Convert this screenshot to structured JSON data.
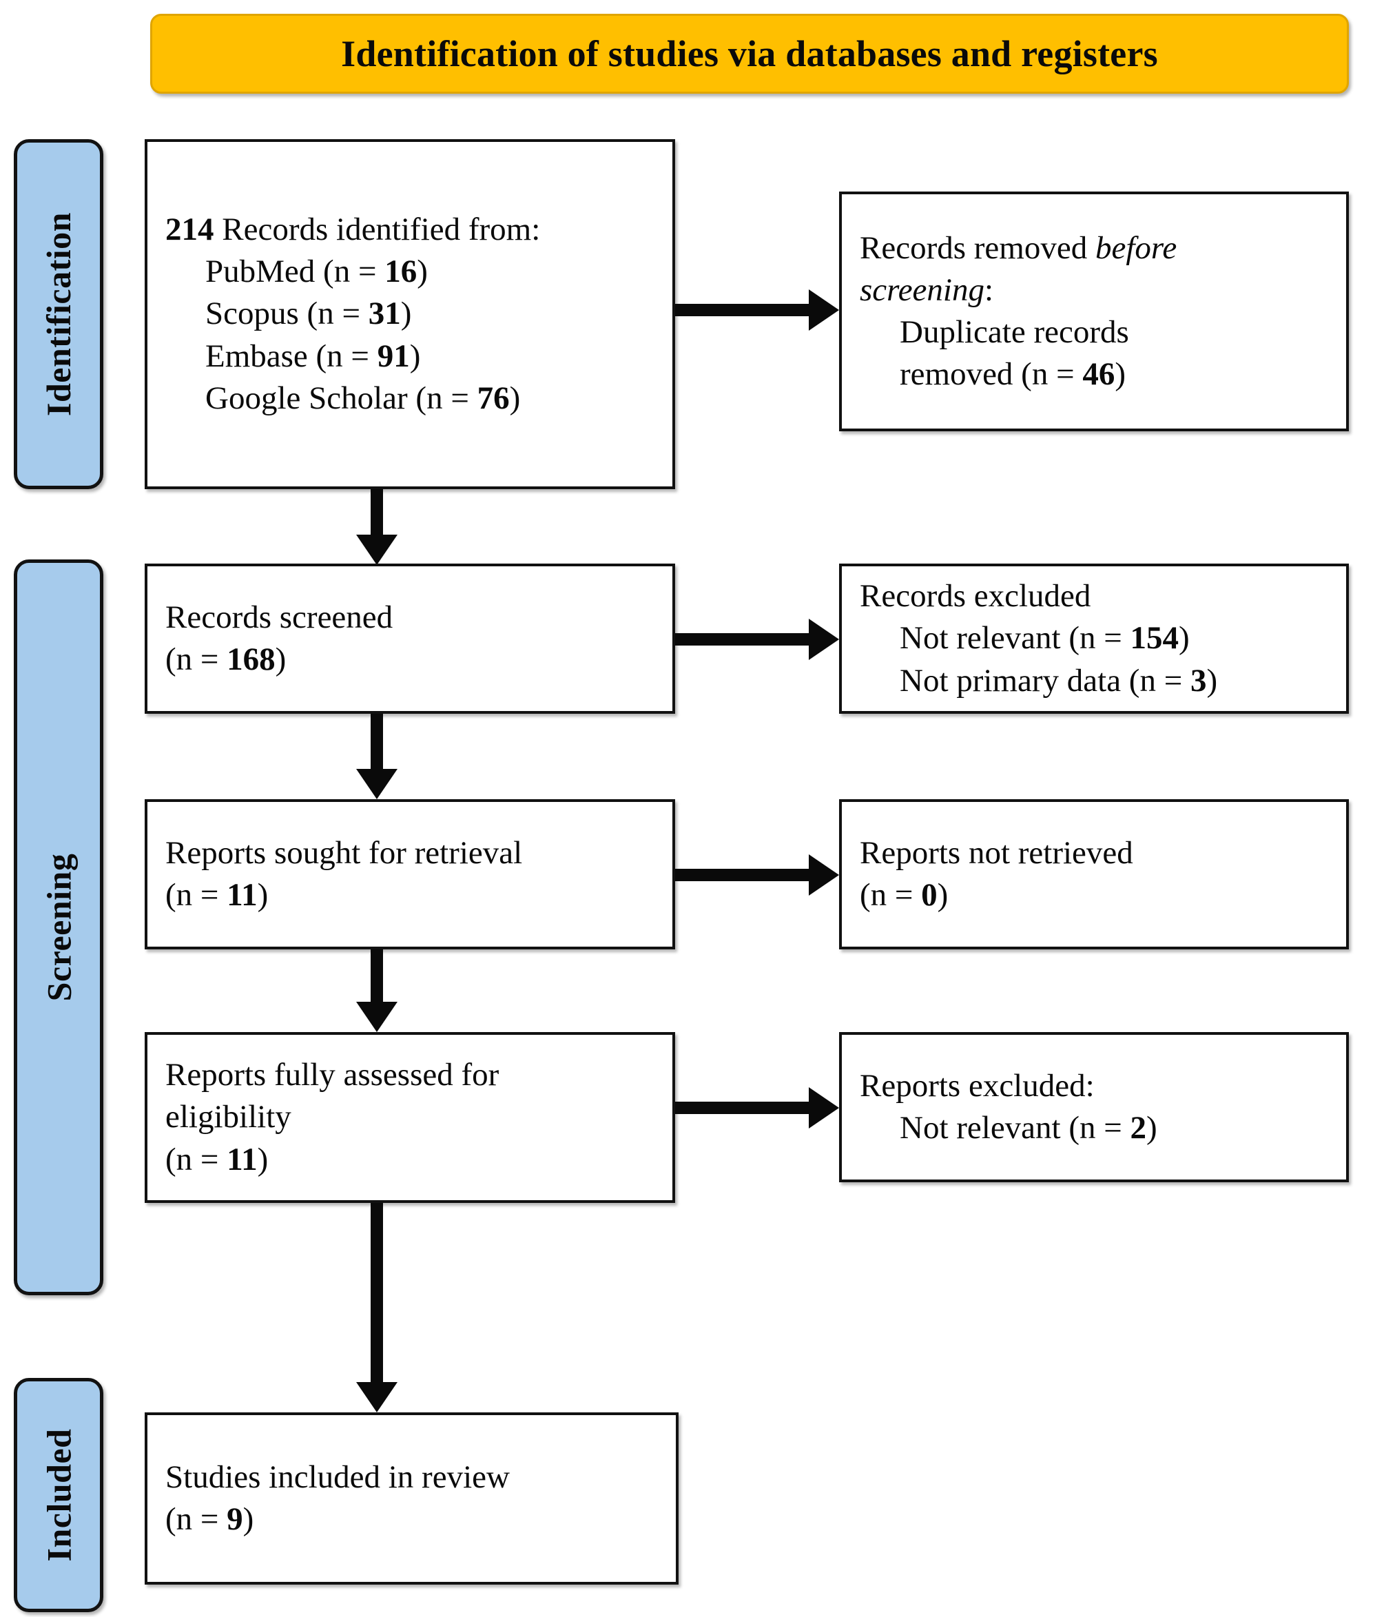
{
  "header": {
    "title": "Identification of studies via databases and registers",
    "bg_color": "#FFBF00"
  },
  "stages": [
    {
      "label": "Identification",
      "bg_color": "#A6CBEC"
    },
    {
      "label": "Screening",
      "bg_color": "#A6CBEC"
    },
    {
      "label": "Included",
      "bg_color": "#A6CBEC"
    }
  ],
  "boxes": {
    "identified": {
      "l1_count": "214",
      "l1_text": " Records identified from:",
      "l2_label": "PubMed (n = ",
      "l2_value": "16",
      "l3_label": "Scopus (n = ",
      "l3_value": "31",
      "l4_label": "Embase (n = ",
      "l4_value": "91",
      "l5_label": "Google Scholar (n = ",
      "l5_value": "76"
    },
    "removed_before_screening": {
      "l1_a": "Records removed ",
      "l1_b": "before",
      "l2_b": "screening",
      "l2_a": ":",
      "l3": "Duplicate records",
      "l4_label": "removed (n = ",
      "l4_value": "46"
    },
    "screened": {
      "l1": "Records screened",
      "l2_label": "(n = ",
      "l2_value": "168"
    },
    "records_excluded": {
      "l1": "Records excluded",
      "l2_label": "Not relevant (n = ",
      "l2_value": "154",
      "l3_label": "Not primary data (n = ",
      "l3_value": "3"
    },
    "sought_retrieval": {
      "l1": "Reports sought for retrieval",
      "l2_label": "(n = ",
      "l2_value": "11"
    },
    "not_retrieved": {
      "l1": "Reports not retrieved",
      "l2_label": "(n = ",
      "l2_value": "0"
    },
    "assessed_eligibility": {
      "l1": "Reports fully assessed for",
      "l2": "eligibility",
      "l3_label": "(n = ",
      "l3_value": "11"
    },
    "reports_excluded": {
      "l1": "Reports excluded:",
      "l2_label": "Not relevant (n = ",
      "l2_value": "2"
    },
    "included_studies": {
      "l1": "Studies included in review",
      "l2_label": "(n = ",
      "l2_value": "9"
    }
  },
  "chart_data": {
    "type": "diagram",
    "title": "Identification of studies via databases and registers",
    "diagram_kind": "PRISMA 2020 flow diagram",
    "stages": [
      "Identification",
      "Screening",
      "Included"
    ],
    "nodes": [
      {
        "id": "identified",
        "stage": "Identification",
        "label": "Records identified from",
        "total": 214,
        "sources": [
          {
            "name": "PubMed",
            "n": 16
          },
          {
            "name": "Scopus",
            "n": 31
          },
          {
            "name": "Embase",
            "n": 91
          },
          {
            "name": "Google Scholar",
            "n": 76
          }
        ]
      },
      {
        "id": "removed_before_screening",
        "stage": "Identification",
        "label": "Records removed before screening",
        "reasons": [
          {
            "name": "Duplicate records removed",
            "n": 46
          }
        ]
      },
      {
        "id": "screened",
        "stage": "Screening",
        "label": "Records screened",
        "n": 168
      },
      {
        "id": "records_excluded",
        "stage": "Screening",
        "label": "Records excluded",
        "reasons": [
          {
            "name": "Not relevant",
            "n": 154
          },
          {
            "name": "Not primary data",
            "n": 3
          }
        ]
      },
      {
        "id": "sought_retrieval",
        "stage": "Screening",
        "label": "Reports sought for retrieval",
        "n": 11
      },
      {
        "id": "not_retrieved",
        "stage": "Screening",
        "label": "Reports not retrieved",
        "n": 0
      },
      {
        "id": "assessed_eligibility",
        "stage": "Screening",
        "label": "Reports fully assessed for eligibility",
        "n": 11
      },
      {
        "id": "reports_excluded",
        "stage": "Screening",
        "label": "Reports excluded",
        "reasons": [
          {
            "name": "Not relevant",
            "n": 2
          }
        ]
      },
      {
        "id": "included_studies",
        "stage": "Included",
        "label": "Studies included in review",
        "n": 9
      }
    ],
    "edges": [
      {
        "from": "identified",
        "to": "removed_before_screening",
        "direction": "right"
      },
      {
        "from": "identified",
        "to": "screened",
        "direction": "down"
      },
      {
        "from": "screened",
        "to": "records_excluded",
        "direction": "right"
      },
      {
        "from": "screened",
        "to": "sought_retrieval",
        "direction": "down"
      },
      {
        "from": "sought_retrieval",
        "to": "not_retrieved",
        "direction": "right"
      },
      {
        "from": "sought_retrieval",
        "to": "assessed_eligibility",
        "direction": "down"
      },
      {
        "from": "assessed_eligibility",
        "to": "reports_excluded",
        "direction": "right"
      },
      {
        "from": "assessed_eligibility",
        "to": "included_studies",
        "direction": "down"
      }
    ]
  }
}
